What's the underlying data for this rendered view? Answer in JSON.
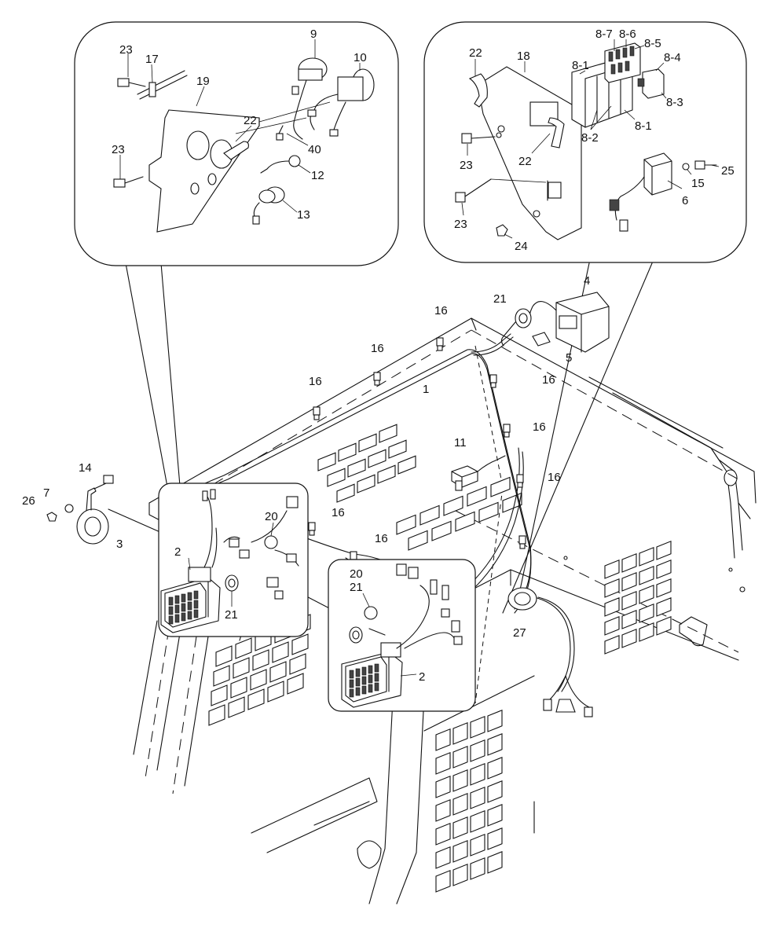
{
  "labels": {
    "l23a": "23",
    "l17": "17",
    "l19": "19",
    "l9": "9",
    "l10": "10",
    "l22a": "22",
    "l40": "40",
    "l23b": "23",
    "l12": "12",
    "l13": "13",
    "l22b": "22",
    "l18": "18",
    "l81a": "8-1",
    "l87": "8-7",
    "l86": "8-6",
    "l85": "8-5",
    "l84": "8-4",
    "l83": "8-3",
    "l81b": "8-1",
    "l82": "8-2",
    "l23c": "23",
    "l22c": "22",
    "l25": "25",
    "l15": "15",
    "l6": "6",
    "l23d": "23",
    "l24": "24",
    "l4": "4",
    "l21a": "21",
    "l16a": "16",
    "l5": "5",
    "l16b": "16",
    "l1": "1",
    "l16c": "16",
    "l16d": "16",
    "l16e": "16",
    "l11": "11",
    "l16f": "16",
    "l14": "14",
    "l7": "7",
    "l26": "26",
    "l3": "3",
    "l20a": "20",
    "l16g": "16",
    "l16h": "16",
    "l2a": "2",
    "l21b": "21",
    "l20b": "20",
    "l21c": "21",
    "l27": "27",
    "l2b": "2"
  }
}
